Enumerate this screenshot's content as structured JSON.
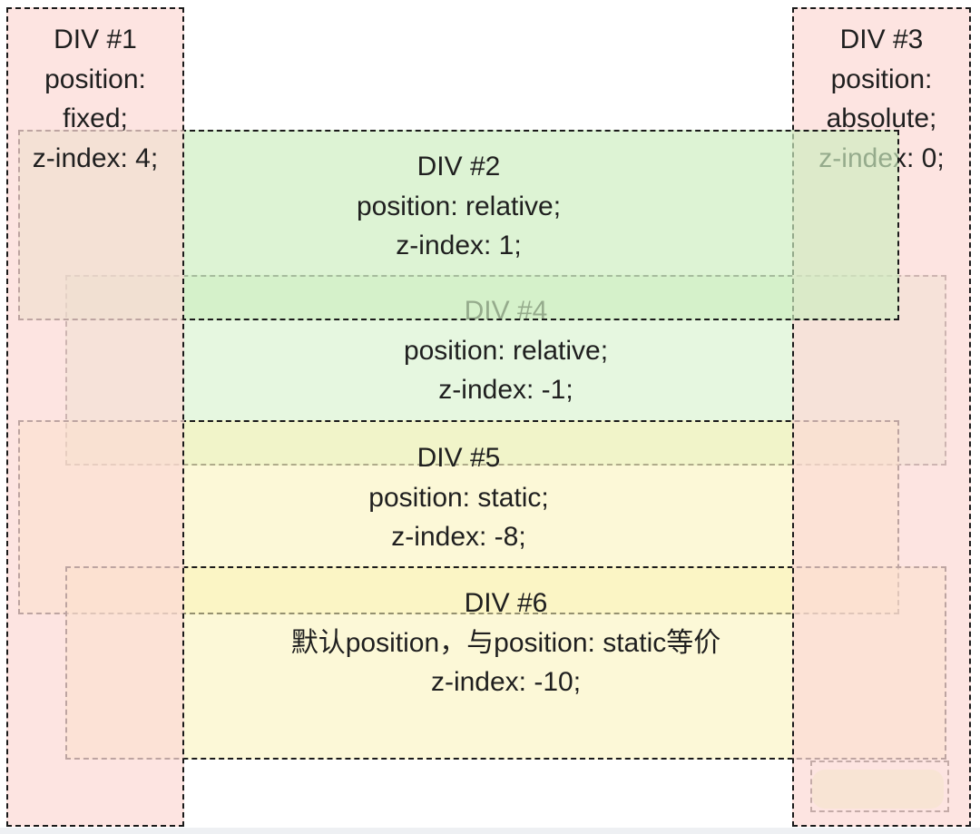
{
  "figure": {
    "description_label": "CSS z-index stacking demo with six DIV boxes"
  },
  "colors": {
    "pink_bg": "#fcdad6",
    "pink_bg_rgba": "rgba(252,218,214,0.72)",
    "green_front": "#cdedc0",
    "green_front_rgba": "rgba(205,237,192,0.68)",
    "green_back": "#cdf0c1",
    "green_back_rgba": "rgba(205,240,193,0.5)",
    "yellow_bg": "#faf3b7",
    "yellow_bg_rgba": "rgba(250,243,183,0.55)",
    "border_dark": "#1a1a1a",
    "border_muted": "#555555",
    "pill_bg": "#f8e4d4",
    "bottom_bar": "#eef0f3",
    "text": "#1f1f1f"
  },
  "boxes": {
    "div1": {
      "lines": [
        "DIV #1",
        "position:",
        "fixed;",
        "z-index: 4;"
      ]
    },
    "div2": {
      "lines": [
        "DIV #2",
        "position: relative;",
        "z-index: 1;"
      ]
    },
    "div3": {
      "lines": [
        "DIV #3",
        "position:",
        "absolute;",
        "z-index: 0;"
      ]
    },
    "div4": {
      "lines": [
        "DIV #4",
        "position: relative;",
        "z-index: -1;"
      ]
    },
    "div5": {
      "lines": [
        "DIV #5",
        "position: static;",
        "z-index: -8;"
      ]
    },
    "div6": {
      "lines": [
        "DIV #6",
        "默认position，与position: static等价",
        "z-index: -10;"
      ]
    }
  }
}
